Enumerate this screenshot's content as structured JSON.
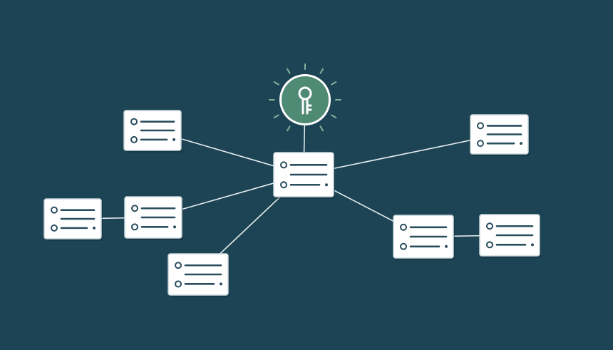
{
  "diagram": {
    "background": "#1d4454",
    "line_color": "#e3ecee",
    "card_fill": "#ffffff",
    "card_border": "#c8d6dc",
    "card_line_color": "#2a4e5e",
    "hub": {
      "icon": "key-icon",
      "fill": "#4f8a74",
      "ring": "#ffffff",
      "ray_color": "#7fb49d"
    },
    "nodes": [
      {
        "id": "center",
        "icon": "document-card-icon"
      },
      {
        "id": "top-left",
        "icon": "document-card-icon"
      },
      {
        "id": "left-middle",
        "icon": "document-card-icon"
      },
      {
        "id": "far-left",
        "icon": "document-card-icon"
      },
      {
        "id": "bottom-left",
        "icon": "document-card-icon"
      },
      {
        "id": "top-right",
        "icon": "document-card-icon"
      },
      {
        "id": "right-middle",
        "icon": "document-card-icon"
      },
      {
        "id": "far-right",
        "icon": "document-card-icon"
      }
    ],
    "edges": [
      {
        "from": "hub",
        "to": "center"
      },
      {
        "from": "center",
        "to": "top-left"
      },
      {
        "from": "center",
        "to": "left-middle"
      },
      {
        "from": "center",
        "to": "bottom-left"
      },
      {
        "from": "center",
        "to": "top-right"
      },
      {
        "from": "center",
        "to": "right-middle"
      },
      {
        "from": "left-middle",
        "to": "far-left"
      },
      {
        "from": "right-middle",
        "to": "far-right"
      }
    ]
  }
}
